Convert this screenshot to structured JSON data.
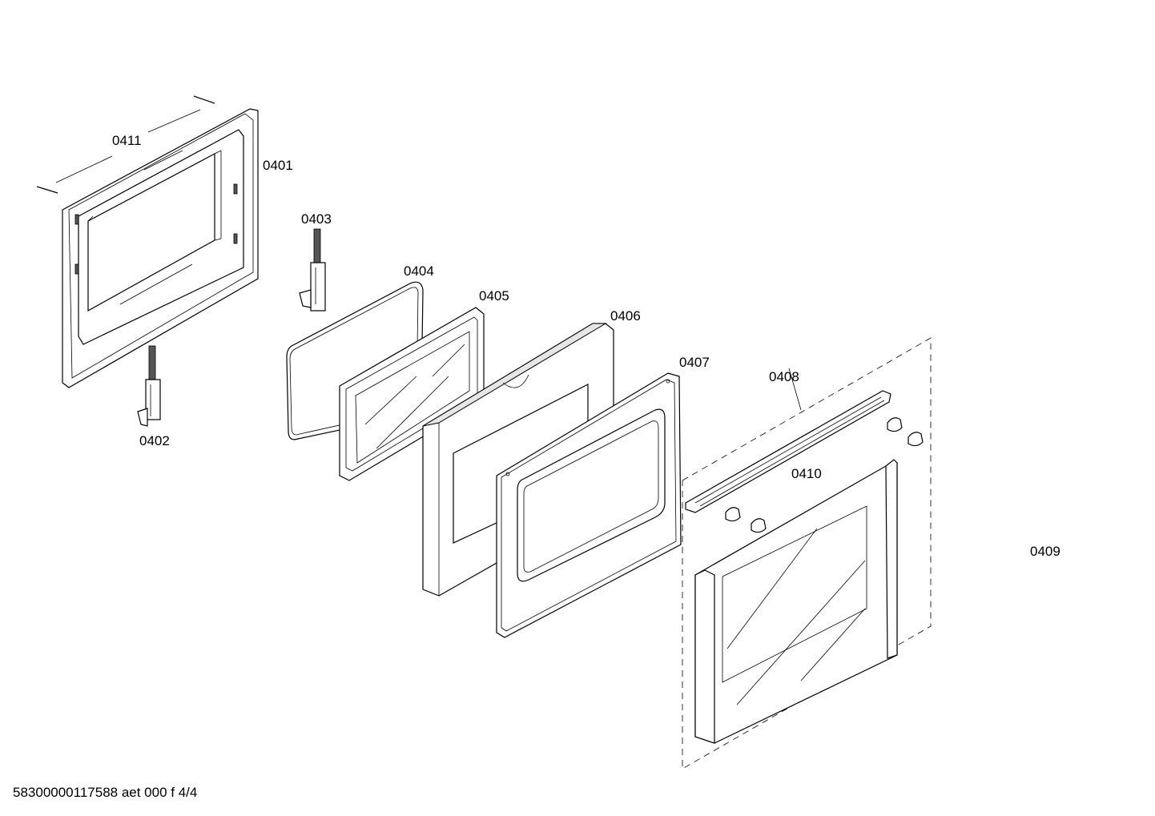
{
  "parts": {
    "p0401": "0401",
    "p0402": "0402",
    "p0403": "0403",
    "p0404": "0404",
    "p0405": "0405",
    "p0406": "0406",
    "p0407": "0407",
    "p0408": "0408",
    "p0409": "0409",
    "p0410": "0410",
    "p0411": "0411"
  },
  "footer": "58300000117588 aet 000 f 4/4"
}
